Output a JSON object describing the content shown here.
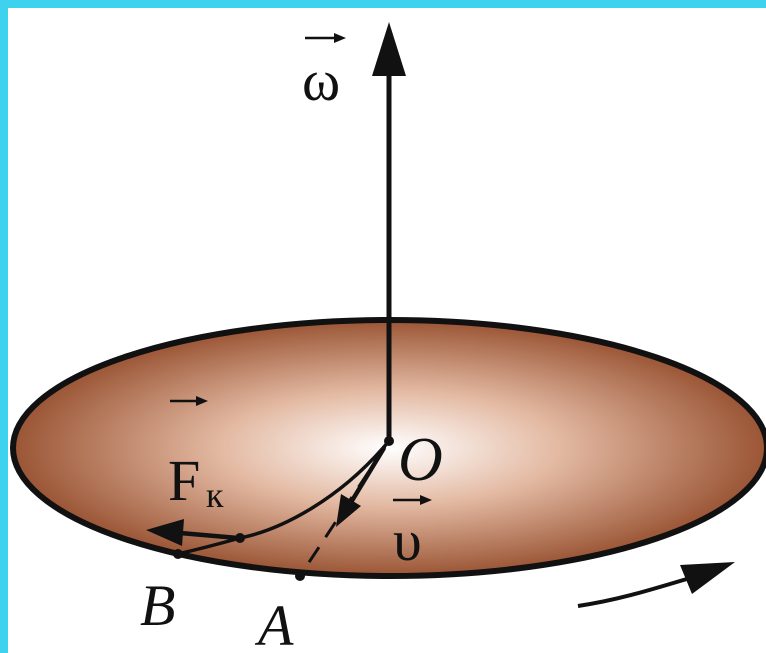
{
  "colors": {
    "frame": "#3fd2ee",
    "disc_edge": "#8c4a2c",
    "disc_mid": "#d9a58a",
    "disc_center": "#ffffff",
    "ink": "#111111"
  },
  "labels": {
    "omega": "ω",
    "force": "F",
    "force_sub": "к",
    "center": "O",
    "velocity": "υ",
    "point_a": "A",
    "point_b": "B"
  }
}
